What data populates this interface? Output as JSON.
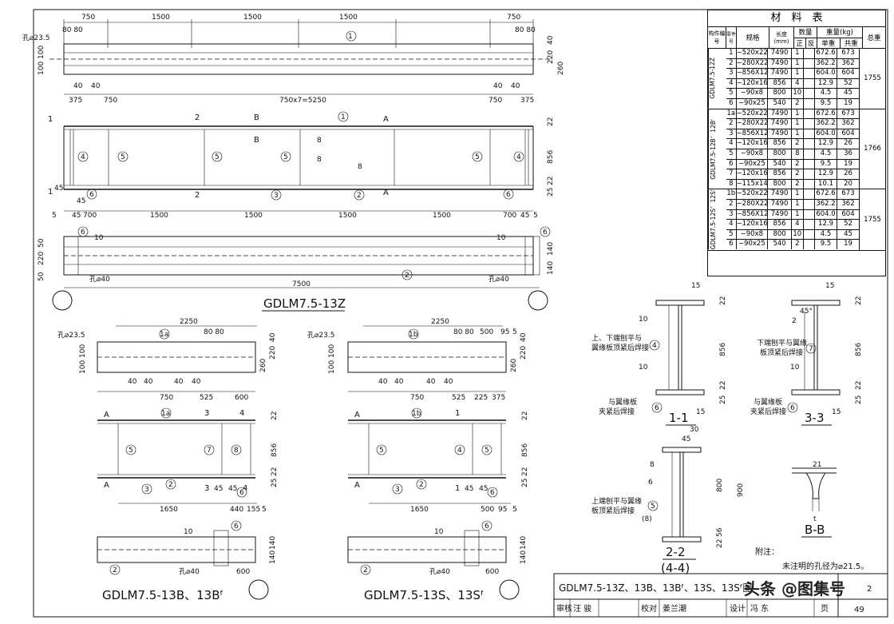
{
  "views": {
    "top_main": {
      "dims_top": [
        "750",
        "1500",
        "1500",
        "1500",
        "750"
      ],
      "hole": "孔⌀23.5",
      "pitch_left": "80 80",
      "pitch_right": "80 80",
      "left_vert": "100 100",
      "right_vert": [
        "40",
        "220",
        "260"
      ],
      "inner_40": [
        "40",
        "40",
        "40",
        "40"
      ],
      "dims_bottom": [
        "375",
        "750",
        "750x7=5250",
        "750",
        "375"
      ],
      "part": "1"
    },
    "elev_main": {
      "sec_1": "1",
      "sec_2": "2",
      "sec_b": "B",
      "sec_a": "A",
      "parts": [
        "4",
        "5",
        "5",
        "5",
        "5",
        "4",
        "1",
        "3",
        "2",
        "6",
        "6"
      ],
      "weld": "8",
      "right_dims": [
        "22",
        "856",
        "22",
        "25"
      ],
      "left_small": [
        "45",
        "45",
        "5",
        "45"
      ],
      "dims_bottom": [
        "700",
        "1500",
        "1500",
        "1500",
        "1500",
        "700",
        "45",
        "5"
      ]
    },
    "bottom_main": {
      "left_vert": [
        "50",
        "220",
        "50"
      ],
      "right_vert": [
        "140",
        "140"
      ],
      "weld_l": "10",
      "weld_r": "10",
      "hole_l": "孔⌀40",
      "hole_r": "孔⌀40",
      "length": "7500",
      "part_b": "2",
      "part_6l": "6",
      "part_6r": "6"
    },
    "title_main": "GDLM7.5-13Z",
    "sub_b": {
      "top_dim": "2250",
      "hole": "孔⌀23.5",
      "pitch": "80 80",
      "part": "1a",
      "vert_l": "100 100",
      "vert_r": [
        "220",
        "40",
        "260"
      ],
      "inner_40": [
        "40",
        "40",
        "40",
        "40"
      ],
      "bottom_dims": [
        "750",
        "525",
        "600"
      ],
      "sec_a": "A",
      "sec_3": "3",
      "sec_4": "4",
      "parts": [
        "5",
        "7",
        "8",
        "3",
        "2",
        "6"
      ],
      "right_dims": [
        "22",
        "856",
        "25",
        "22"
      ],
      "small": [
        "45",
        "45"
      ],
      "dims": [
        "1650",
        "440",
        "155",
        "5"
      ],
      "weld": "10",
      "bot_hole": "孔⌀40",
      "bot_dim": "600",
      "bot_vert": [
        "140",
        "140"
      ],
      "bot_parts": [
        "2",
        "6"
      ],
      "title": "GDLM7.5-13B、13Bᶠ"
    },
    "sub_s": {
      "top_dim": "2250",
      "hole": "孔⌀23.5",
      "pitch": [
        "80 80",
        "500",
        "95",
        "5"
      ],
      "part": "1b",
      "vert_l": "100 100",
      "vert_r": [
        "220",
        "40",
        "260"
      ],
      "inner_40": [
        "40",
        "40",
        "40",
        "40"
      ],
      "bottom_dims": [
        "750",
        "525",
        "225",
        "375"
      ],
      "sec_a": "A",
      "sec_1": "1",
      "parts": [
        "5",
        "4",
        "5",
        "3",
        "2",
        "6"
      ],
      "right_dims": [
        "22",
        "856",
        "25",
        "22"
      ],
      "small": [
        "45",
        "45"
      ],
      "dims": [
        "1650",
        "500",
        "95",
        "5"
      ],
      "weld": "10",
      "bot_hole": "孔⌀40",
      "bot_dim": "600",
      "bot_vert": [
        "140",
        "140"
      ],
      "bot_parts": [
        "2",
        "6"
      ],
      "title": "GDLM7.5-13S、13Sᶠ"
    },
    "sections": {
      "s11": {
        "title": "1-1",
        "note1": "上、下端刨平与",
        "note2": "翼缘板顶紧后焊接",
        "note3": "与翼缘板",
        "note4": "夹紧后焊接",
        "w": [
          "15",
          "10",
          "10",
          "15"
        ],
        "part_c": "4",
        "part_b": "6",
        "dims": [
          "22",
          "856",
          "22",
          "25"
        ]
      },
      "s33": {
        "title": "3-3",
        "note1": "下端刨平与翼缘",
        "note2": "板顶紧后焊接",
        "note3": "与翼缘板",
        "note4": "夹紧后焊接",
        "w": [
          "45°",
          "2",
          "15",
          "10",
          "15"
        ],
        "part_c": "7",
        "part_b": "6",
        "dims": [
          "22",
          "856",
          "22",
          "25"
        ]
      },
      "s22": {
        "title": "2-2",
        "subtitle": "(4-4)",
        "note1": "上端刨平与翼缘",
        "note2": "板顶紧后焊接",
        "w": [
          "30",
          "45",
          "8",
          "6"
        ],
        "part": "5",
        "part_alt": "(8)",
        "dims": [
          "800",
          "900",
          "56",
          "22"
        ]
      },
      "sbb": {
        "title": "B-B",
        "dim": "21",
        "t": "t"
      }
    }
  },
  "table": {
    "title": "材　料　表",
    "headers": {
      "member": "构件编号",
      "part": "零件号",
      "spec": "规格",
      "length": "长度(mm)",
      "qty": "数量",
      "qty_pos": "正",
      "qty_neg": "反",
      "weight": "重量(kg)",
      "unit": "单重",
      "total": "共重",
      "sum": "总重"
    },
    "groups": [
      {
        "member": "GDLM7.5-12Z",
        "sum": "1755",
        "rows": [
          [
            "1",
            "−520x22",
            "7490",
            "1",
            "",
            "672.6",
            "673"
          ],
          [
            "2",
            "−280X22",
            "7490",
            "1",
            "",
            "362.2",
            "362"
          ],
          [
            "3",
            "−856X12",
            "7490",
            "1",
            "",
            "604.0",
            "604"
          ],
          [
            "4",
            "−120x16",
            "856",
            "4",
            "",
            "12.9",
            "52"
          ],
          [
            "5",
            "−90x8",
            "800",
            "10",
            "",
            "4.5",
            "45"
          ],
          [
            "6",
            "−90x25",
            "540",
            "2",
            "",
            "9.5",
            "19"
          ]
        ]
      },
      {
        "member": "GDLM7.5-12B、12Bᶠ",
        "sum": "1766",
        "rows": [
          [
            "1a",
            "−520x22",
            "7490",
            "1",
            "",
            "672.6",
            "673"
          ],
          [
            "2",
            "−280X22",
            "7490",
            "1",
            "",
            "362.2",
            "362"
          ],
          [
            "3",
            "−856X12",
            "7490",
            "1",
            "",
            "604.0",
            "604"
          ],
          [
            "4",
            "−120x16",
            "856",
            "2",
            "",
            "12.9",
            "26"
          ],
          [
            "5",
            "−90x8",
            "800",
            "8",
            "",
            "4.5",
            "36"
          ],
          [
            "6",
            "−90x25",
            "540",
            "2",
            "",
            "9.5",
            "19"
          ],
          [
            "7",
            "−120x16",
            "856",
            "2",
            "",
            "12.9",
            "26"
          ],
          [
            "8",
            "−115x14",
            "800",
            "2",
            "",
            "10.1",
            "20"
          ]
        ]
      },
      {
        "member": "GDLM7.5-12S、12Sᶠ",
        "sum": "1755",
        "rows": [
          [
            "1b",
            "−520x22",
            "7490",
            "1",
            "",
            "672.6",
            "673"
          ],
          [
            "2",
            "−280X22",
            "7490",
            "1",
            "",
            "362.2",
            "362"
          ],
          [
            "3",
            "−856X12",
            "7490",
            "1",
            "",
            "604.0",
            "604"
          ],
          [
            "4",
            "−120x16",
            "856",
            "4",
            "",
            "12.9",
            "52"
          ],
          [
            "5",
            "−90x8",
            "800",
            "10",
            "",
            "4.5",
            "45"
          ],
          [
            "6",
            "−90x25",
            "540",
            "2",
            "",
            "9.5",
            "19"
          ]
        ]
      }
    ]
  },
  "notes": {
    "label": "附注：",
    "text": "未注明的孔径为⌀21.5。"
  },
  "title_block": {
    "drawing_title": "GDLM7.5-13Z、13B、13Bᶠ、13S、13Sᶠ图",
    "fig_no": "2",
    "review": "审核",
    "review_name": "汪 骏",
    "check": "校对",
    "check_name": "姜兰潮",
    "design": "设计",
    "design_name": "冯 东",
    "page_label": "页",
    "page_no": "49",
    "watermark": "头条 @图集号"
  }
}
